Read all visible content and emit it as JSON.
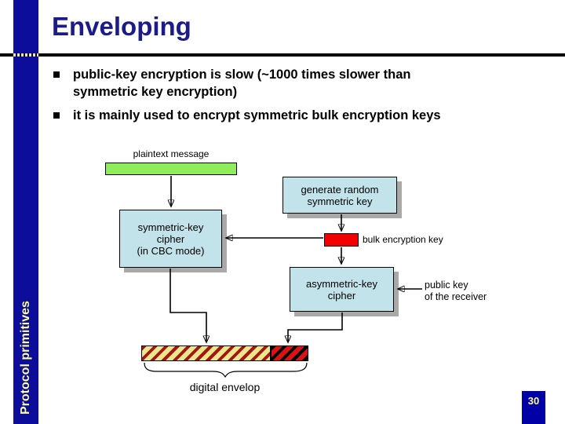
{
  "slide": {
    "title": "Enveloping",
    "sidebar_label": "Protocol primitives",
    "page_number": "30",
    "bullets": [
      "public-key encryption is slow (~1000 times slower than\nsymmetric key encryption)",
      "it is mainly used to encrypt symmetric bulk encryption keys"
    ]
  },
  "diagram": {
    "plaintext_label": "plaintext message",
    "generate_key_box": "generate random\nsymmetric key",
    "symmetric_cipher_box": "symmetric-key\ncipher\n(in CBC mode)",
    "bulk_key_label": "bulk encryption key",
    "asymmetric_cipher_box": "asymmetric-key\ncipher",
    "public_key_label": "public key\nof the receiver",
    "envelope_label": "digital envelop"
  },
  "colors": {
    "sidebar_blue": "#0d0d9c",
    "title_navy": "#1b1b8a",
    "box_fill_blue": "#c3e3ea",
    "box_shadow_gray": "#a9a9a9",
    "plaintext_green": "#90ec5a",
    "key_red": "#f40000",
    "hatch_yellow": "#e9e98c",
    "hatch_stripe_dark_red": "#a51515",
    "hatch_red": "#dd1111",
    "accent_yellow": "#ffff99"
  }
}
